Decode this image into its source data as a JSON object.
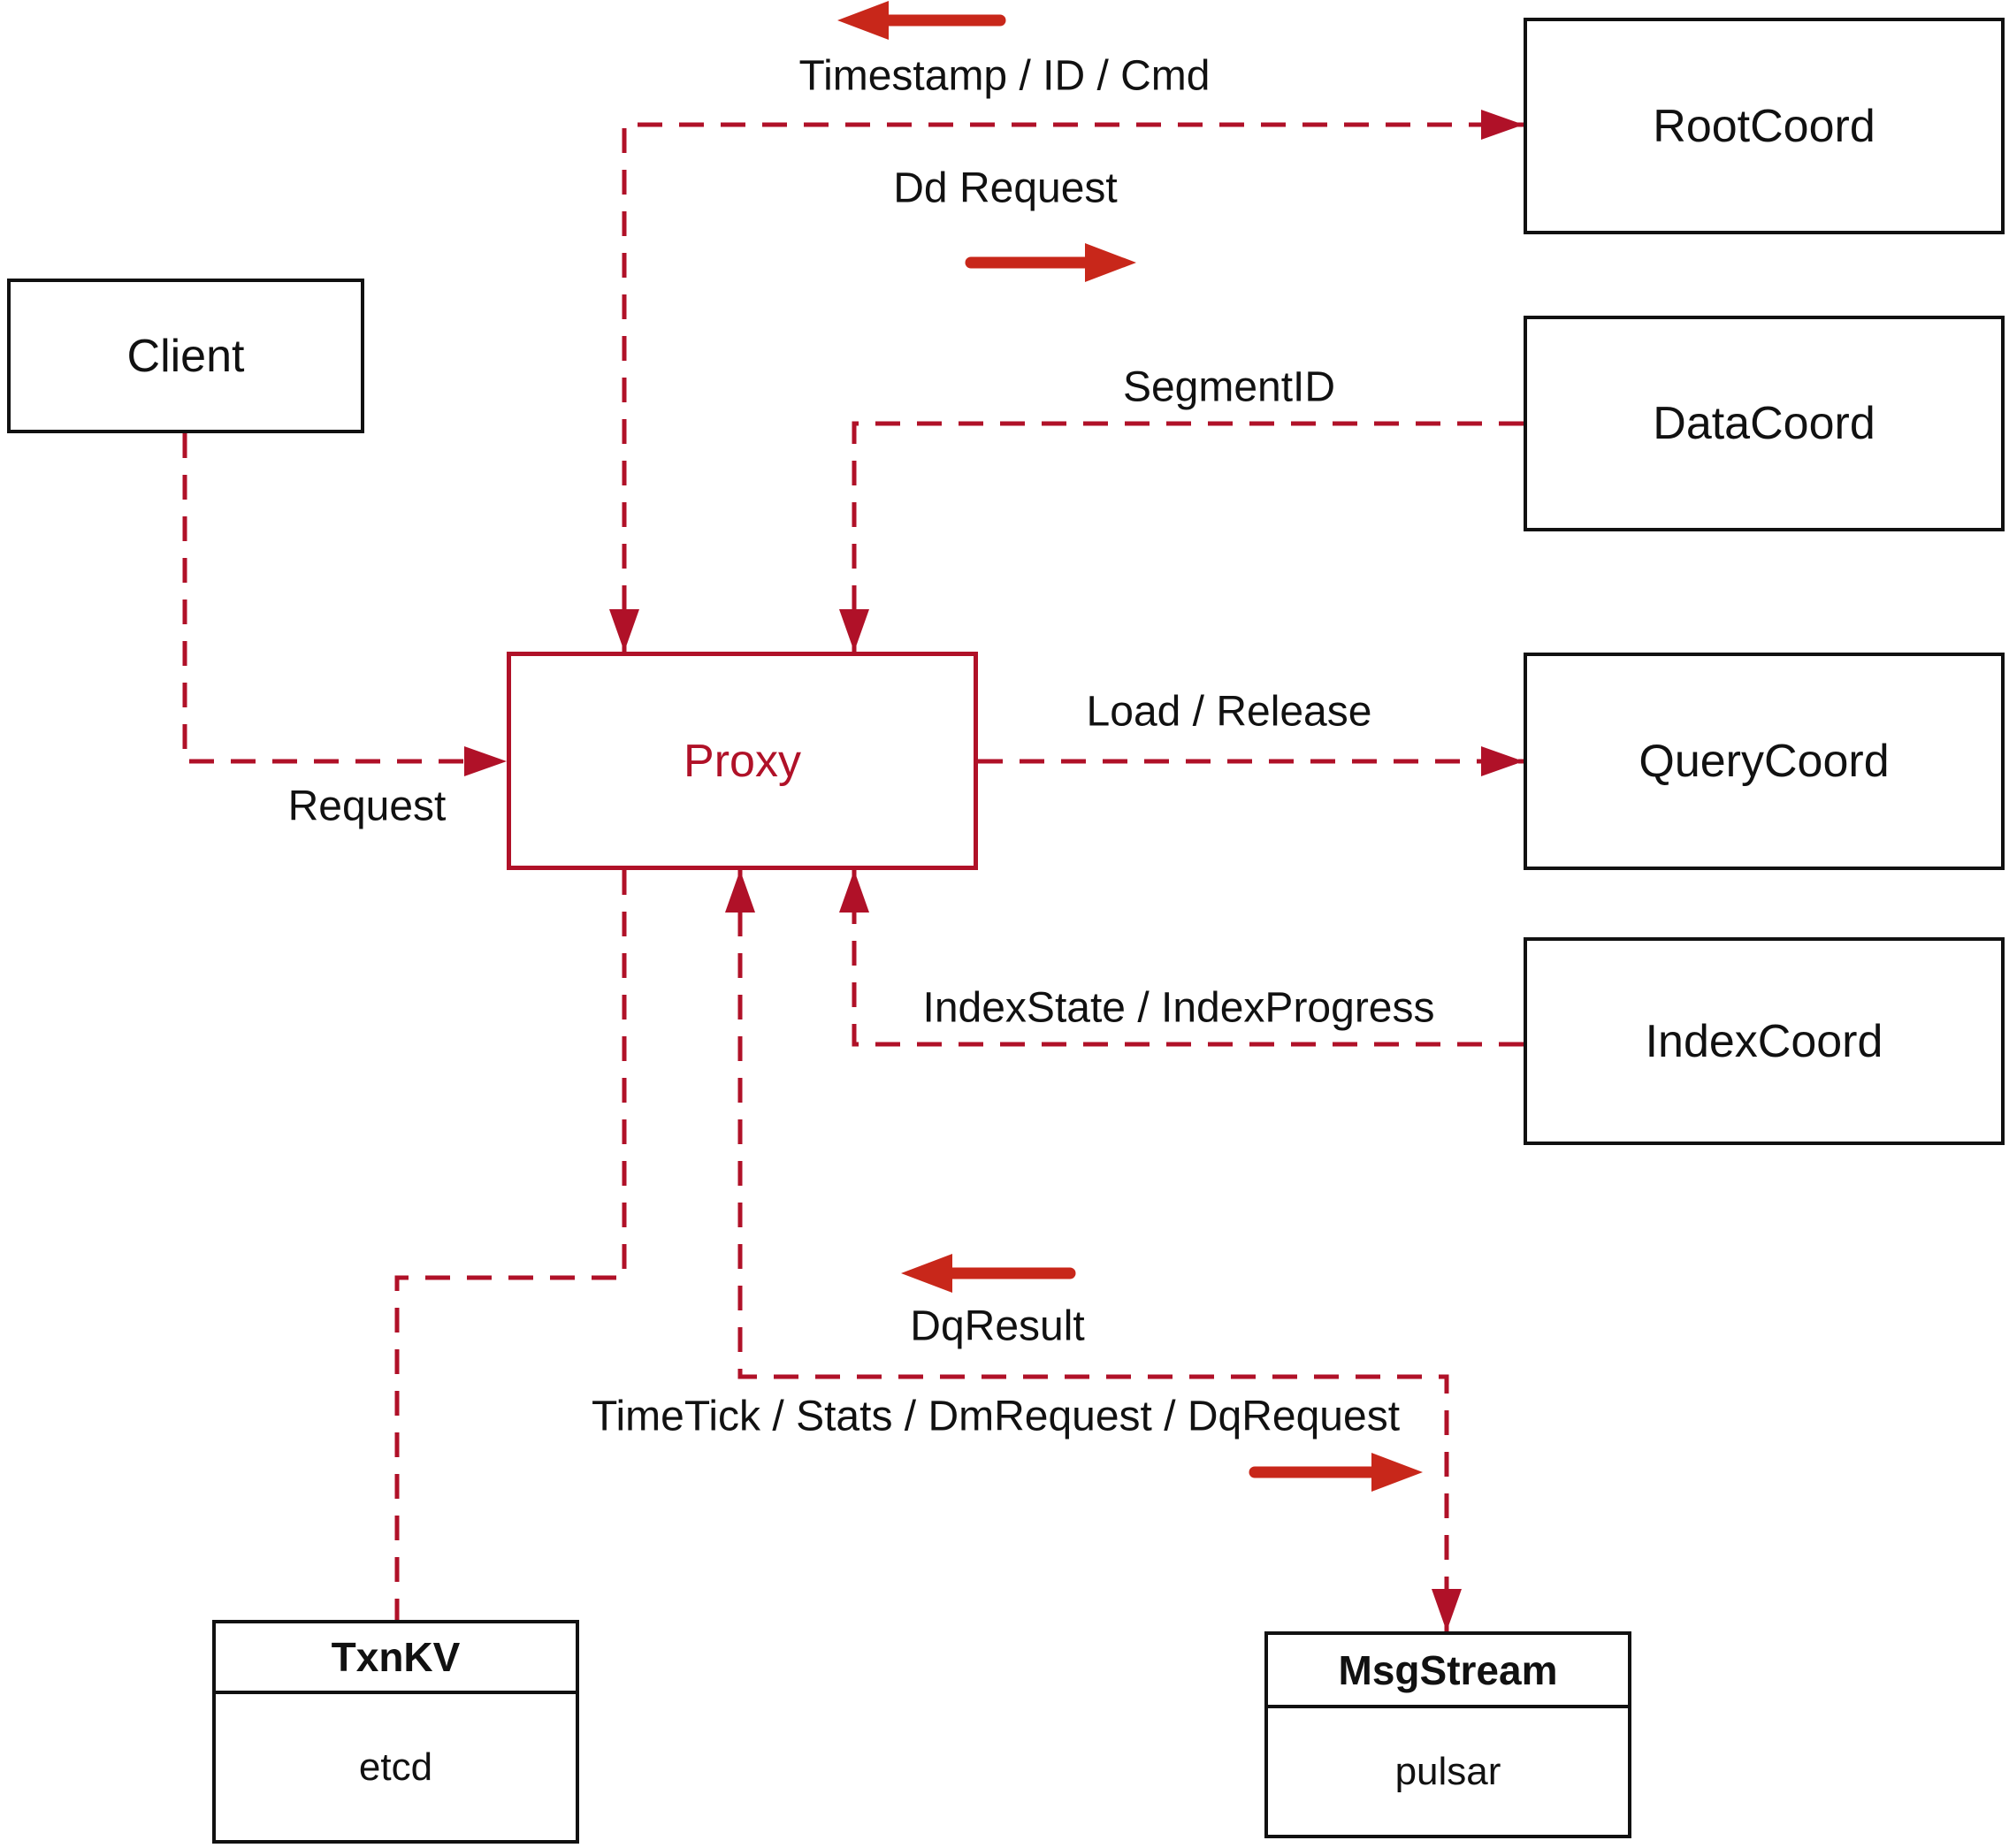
{
  "colors": {
    "line": "#b01128",
    "arrow": "#c8271a",
    "border": "#111111",
    "text": "#111111",
    "background": "#ffffff"
  },
  "nodes": {
    "client": {
      "label": "Client"
    },
    "rootcoord": {
      "label": "RootCoord"
    },
    "datacoord": {
      "label": "DataCoord"
    },
    "querycoord": {
      "label": "QueryCoord"
    },
    "indexcoord": {
      "label": "IndexCoord"
    },
    "proxy": {
      "label": "Proxy"
    },
    "txnkv": {
      "title": "TxnKV",
      "impl": "etcd"
    },
    "msgstream": {
      "title": "MsgStream",
      "impl": "pulsar"
    }
  },
  "edge_labels": {
    "timestamp": "Timestamp / ID / Cmd",
    "dd_request": "Dd Request",
    "segment_id": "SegmentID",
    "request": "Request",
    "load_release": "Load / Release",
    "index_state": "IndexState / IndexProgress",
    "dq_result": "DqResult",
    "timetick": "TimeTick / Stats / DmRequest / DqRequest"
  }
}
